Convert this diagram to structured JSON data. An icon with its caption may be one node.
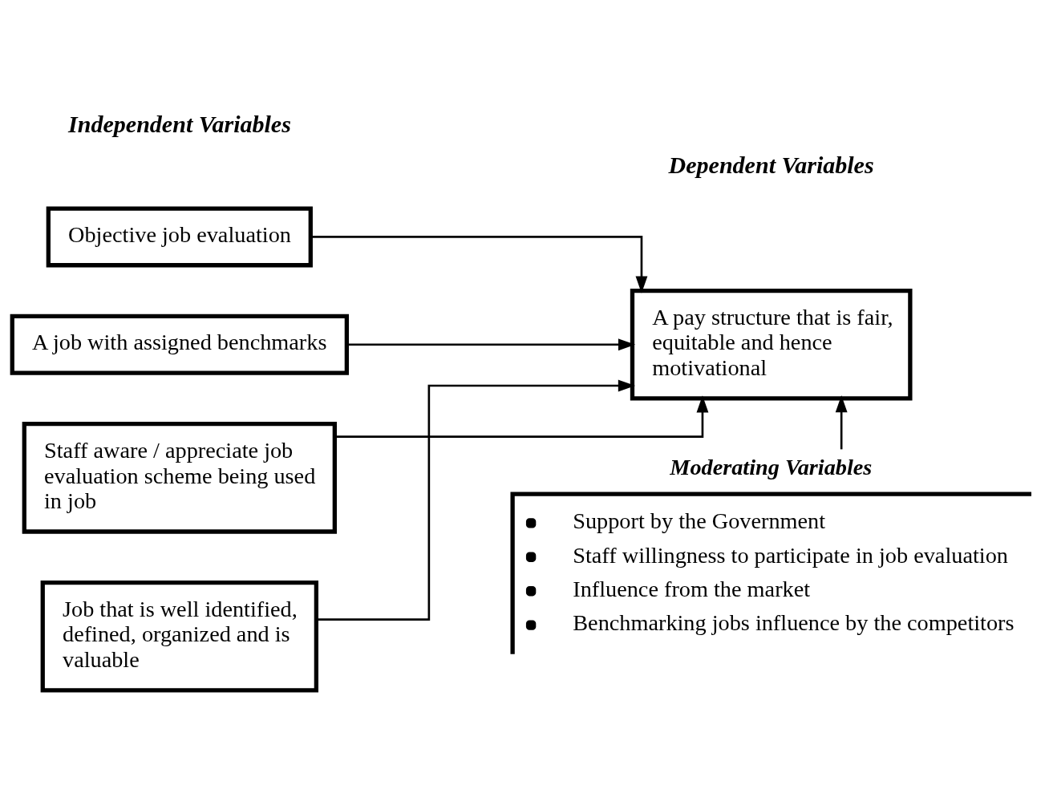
{
  "diagram": {
    "nodes": [
      {
        "text": [
          "Objective job evaluation"
        ]
      },
      {
        "text": [
          "A job with assigned benchmarks"
        ]
      },
      {
        "text": [
          "Staff aware / appreciate job evaluation scheme being used in job"
        ]
      },
      {
        "text": [
          "Job that is well identified, defined, organized and is valuable"
        ]
      },
      {
        "text": [
          "A pay structure that is fair, equitable and hence motivational"
        ]
      },
      {
        "text": [
          "Moderating Variables",
          "Support by the Government",
          "Staff willingness to participate in job evaluation",
          "Influence from the market",
          "Benchmarking jobs influence by the competitors"
        ]
      }
    ],
    "edges": [
      {
        "from": 0,
        "to": 4,
        "arrow": "to"
      },
      {
        "from": 1,
        "to": 4,
        "arrow": "to"
      },
      {
        "from": 2,
        "to": 4,
        "arrow": "to"
      },
      {
        "from": 3,
        "to": 4,
        "arrow": "to"
      },
      {
        "from": 5,
        "to": 4,
        "arrow": "to"
      }
    ],
    "labels": [
      "Independent Variables",
      "Dependent Variables"
    ]
  }
}
